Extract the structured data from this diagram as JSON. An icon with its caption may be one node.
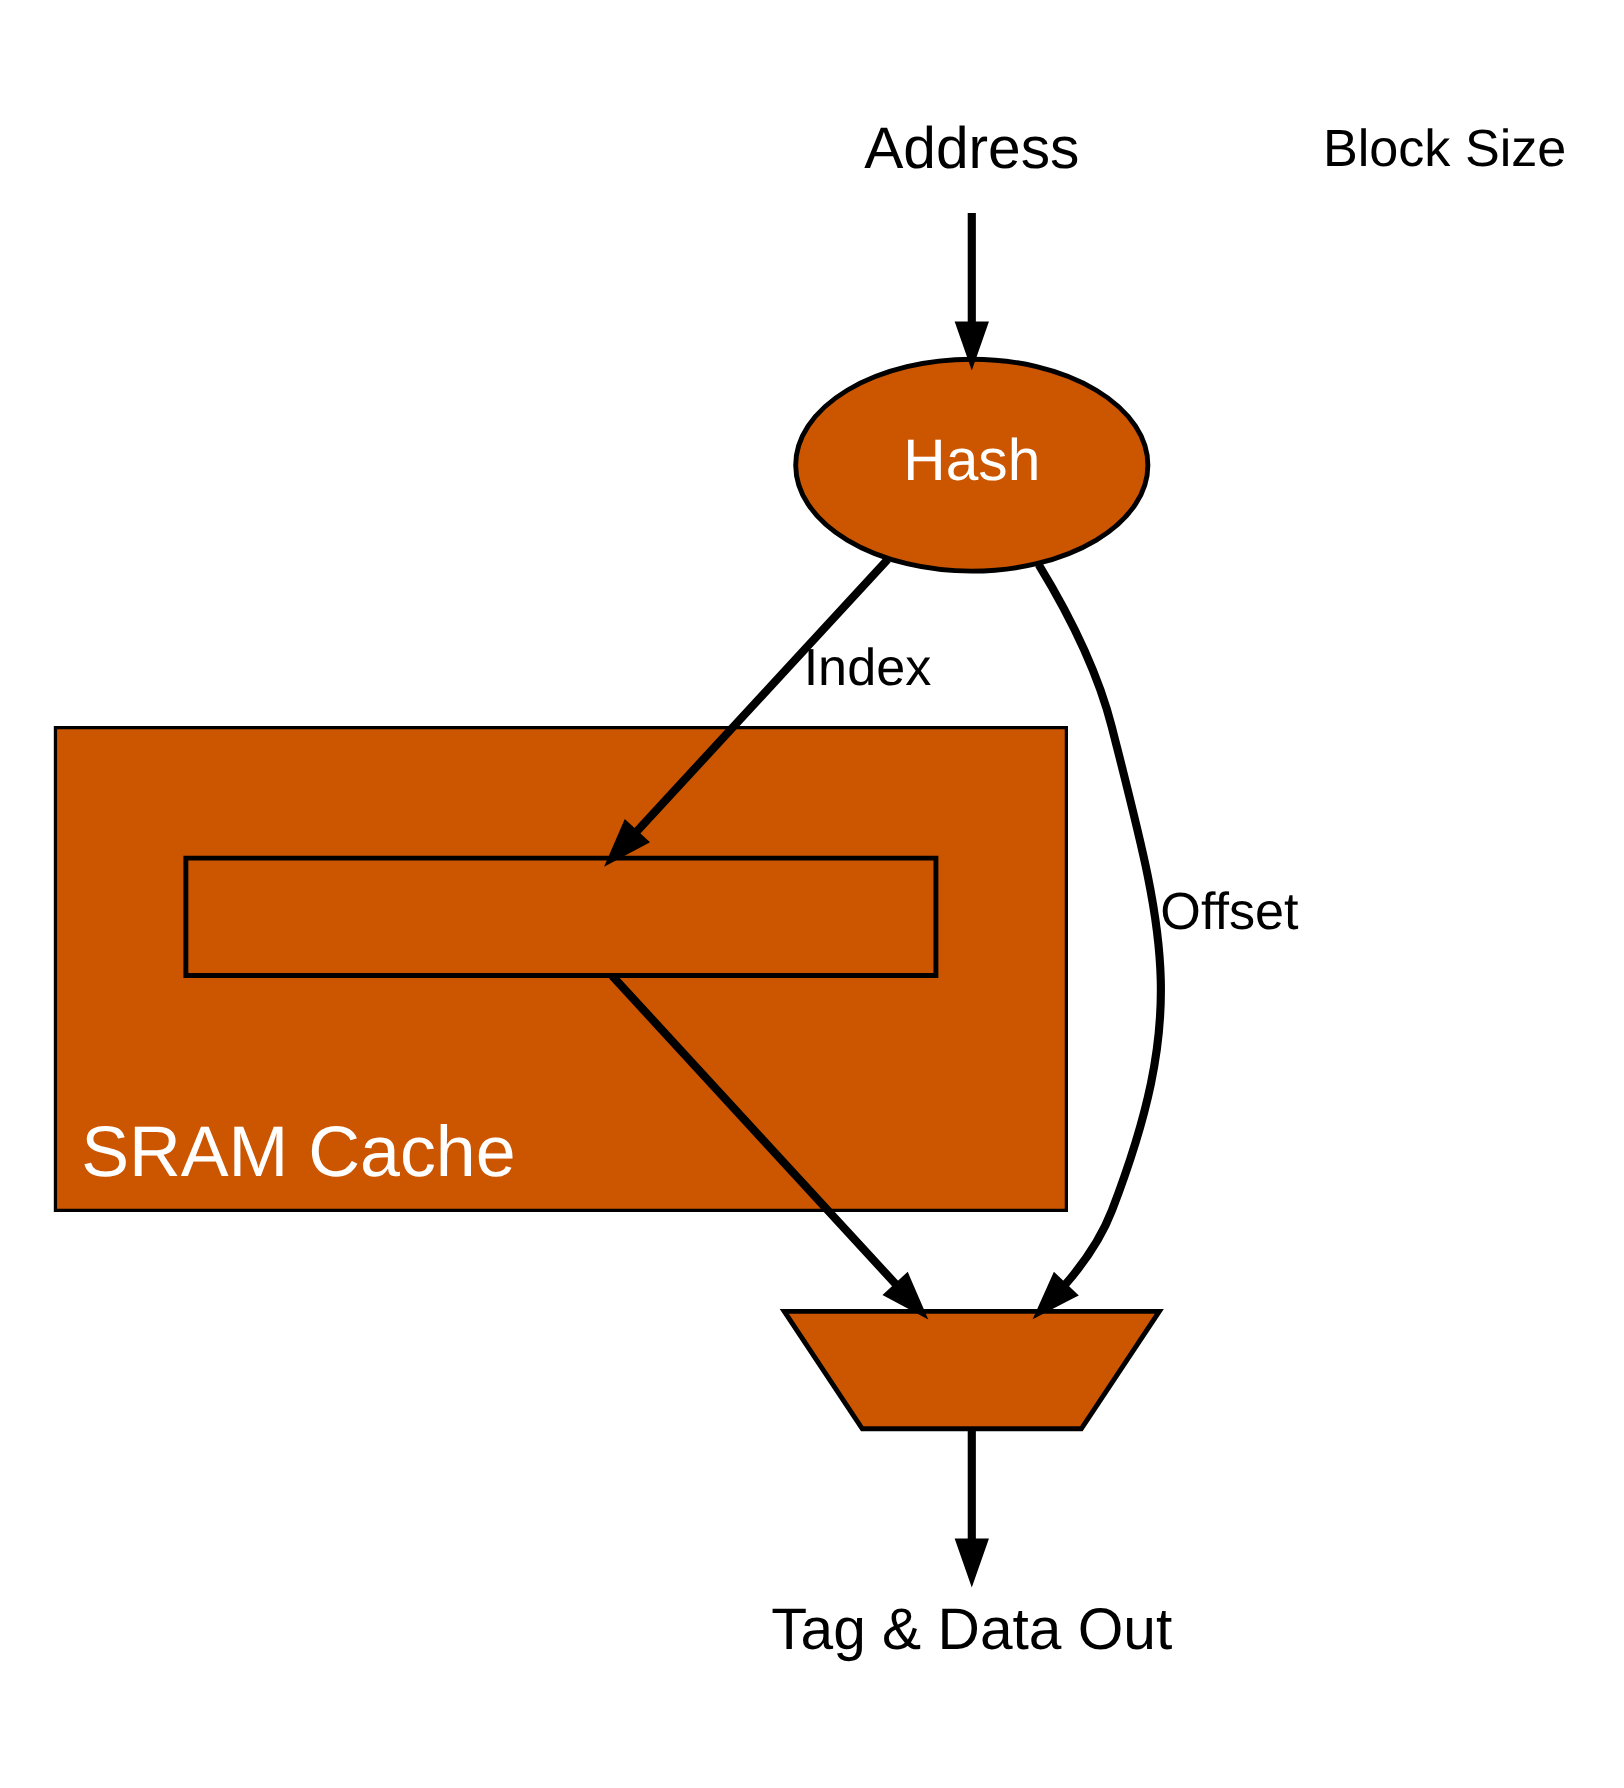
{
  "diagram": {
    "nodes": [
      {
        "text": [
          "Address"
        ]
      },
      {
        "text": [
          "Hash"
        ]
      },
      {
        "text": [
          "SRAM Cache"
        ]
      },
      {
        "text": [],
        "shape": "bar",
        "in": 2
      },
      {
        "text": [],
        "shape": "trapezoid"
      },
      {
        "text": [
          "Tag & Data Out"
        ]
      }
    ],
    "edges": [
      {
        "from": 0,
        "to": 1,
        "arrow": "to"
      },
      {
        "from": 1,
        "to": 3,
        "label": "Index",
        "arrow": "to"
      },
      {
        "from": 3,
        "to": 4,
        "arrow": "to"
      },
      {
        "from": 1,
        "to": 4,
        "label": "Offset",
        "arrow": "to"
      },
      {
        "from": 4,
        "to": 5,
        "arrow": "to"
      }
    ],
    "labels": [
      "Block Size"
    ]
  }
}
